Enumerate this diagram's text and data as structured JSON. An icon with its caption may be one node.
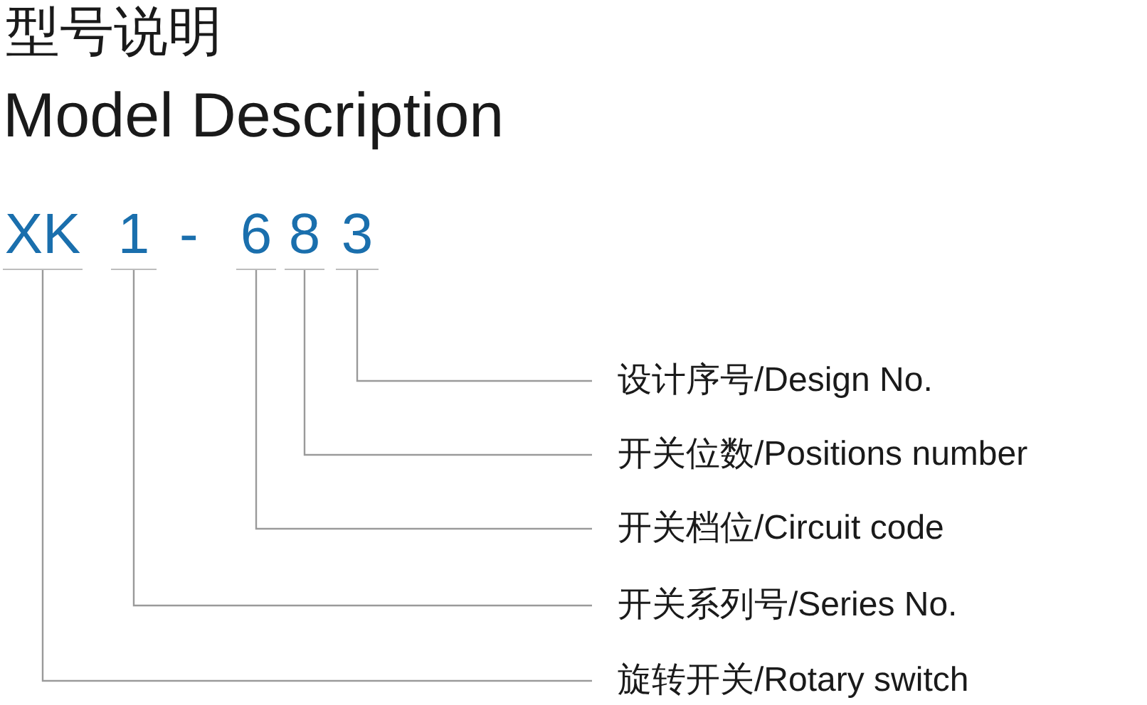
{
  "diagram": {
    "title": "型号说明",
    "nodes": [
      {
        "text": [
          "XK"
        ]
      },
      {
        "text": [
          "1"
        ]
      },
      {
        "text": [
          "6"
        ]
      },
      {
        "text": [
          "8"
        ]
      },
      {
        "text": [
          "3"
        ]
      },
      {
        "text": [
          "设计序号/Design No."
        ]
      },
      {
        "text": [
          "开关位数/Positions number"
        ]
      },
      {
        "text": [
          "开关档位/Circuit code"
        ]
      },
      {
        "text": [
          "开关系列号/Series No."
        ]
      },
      {
        "text": [
          "旋转开关/Rotary switch"
        ]
      }
    ],
    "edges": [
      {
        "from": 4,
        "to": 5,
        "arrow": "none"
      },
      {
        "from": 3,
        "to": 6,
        "arrow": "none"
      },
      {
        "from": 2,
        "to": 7,
        "arrow": "none"
      },
      {
        "from": 1,
        "to": 8,
        "arrow": "none"
      },
      {
        "from": 0,
        "to": 9,
        "arrow": "none"
      }
    ],
    "labels": [
      "Model Description",
      "-"
    ]
  }
}
